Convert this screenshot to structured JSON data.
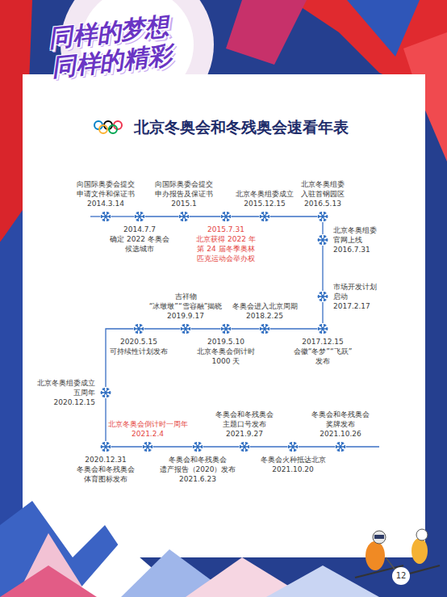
{
  "diagram": {
    "title": "北京冬奥会和冬残奥会速看年表",
    "nodes": [
      {
        "text": [
          "向国际奥委会提交 申请文件和保证书",
          "2014.3.14"
        ]
      },
      {
        "text": [
          "2014.7.7",
          "确定 2022 冬奥会 候选城市"
        ]
      },
      {
        "text": [
          "向国际奥委会提交 申办报告及保证书",
          "2015.1"
        ]
      },
      {
        "text": [
          "2015.7.31",
          "北京获得 2022 年 第 24 届冬季奥林 匹克运动会举办权"
        ]
      },
      {
        "text": [
          "北京冬奥组委成立",
          "2015.12.15"
        ]
      },
      {
        "text": [
          "北京冬奥组委 入驻首钢园区",
          "2016.5.13"
        ]
      },
      {
        "text": [
          "北京冬奥组委 官网上线",
          "2016.7.31"
        ]
      },
      {
        "text": [
          "市场开发计划 启动",
          "2017.2.17"
        ]
      },
      {
        "text": [
          "2017.12.15",
          "会徽“冬梦”“飞跃” 发布"
        ]
      },
      {
        "text": [
          "冬奥会进入北京周期",
          "2018.2.25"
        ]
      },
      {
        "text": [
          "2019.5.10",
          "北京冬奥会倒计时 1000 天"
        ]
      },
      {
        "text": [
          "吉祥物 “冰墩墩”“雪容融”揭晓",
          "2019.9.17"
        ]
      },
      {
        "text": [
          "2020.5.15",
          "可持续性计划发布"
        ]
      },
      {
        "text": [
          "北京冬奥组委成立 五周年",
          "2020.12.15"
        ]
      },
      {
        "text": [
          "2020.12.31",
          "冬奥会和冬残奥会 体育图标发布"
        ]
      },
      {
        "text": [
          "北京冬奥会倒计时一周年",
          "2021.2.4"
        ]
      },
      {
        "text": [
          "冬奥会和冬残奥会 遗产报告（2020）发布",
          "2021.6.23"
        ]
      },
      {
        "text": [
          "冬奥会和冬残奥会 主题口号发布",
          "2021.9.27"
        ]
      },
      {
        "text": [
          "冬奥会火种抵达北京",
          "2021.10.20"
        ]
      },
      {
        "text": [
          "冬奥会和冬残奥会 奖牌发布",
          "2021.10.26"
        ]
      }
    ],
    "edges": [
      {
        "from": 0,
        "to": 1,
        "arrow": "none"
      },
      {
        "from": 1,
        "to": 2,
        "arrow": "none"
      },
      {
        "from": 2,
        "to": 3,
        "arrow": "none"
      },
      {
        "from": 3,
        "to": 4,
        "arrow": "none"
      },
      {
        "from": 4,
        "to": 5,
        "arrow": "none"
      },
      {
        "from": 5,
        "to": 6,
        "arrow": "none"
      },
      {
        "from": 6,
        "to": 7,
        "arrow": "none"
      },
      {
        "from": 7,
        "to": 8,
        "arrow": "none"
      },
      {
        "from": 8,
        "to": 9,
        "arrow": "none"
      },
      {
        "from": 9,
        "to": 10,
        "arrow": "none"
      },
      {
        "from": 10,
        "to": 11,
        "arrow": "none"
      },
      {
        "from": 11,
        "to": 12,
        "arrow": "none"
      },
      {
        "from": 12,
        "to": 13,
        "arrow": "none"
      },
      {
        "from": 13,
        "to": 14,
        "arrow": "none"
      },
      {
        "from": 14,
        "to": 15,
        "arrow": "none"
      },
      {
        "from": 15,
        "to": 16,
        "arrow": "none"
      },
      {
        "from": 16,
        "to": 17,
        "arrow": "none"
      },
      {
        "from": 17,
        "to": 18,
        "arrow": "none"
      },
      {
        "from": 18,
        "to": 19,
        "arrow": "none"
      }
    ],
    "labels": [
      "同样的梦想 同样的精彩",
      "12"
    ]
  }
}
